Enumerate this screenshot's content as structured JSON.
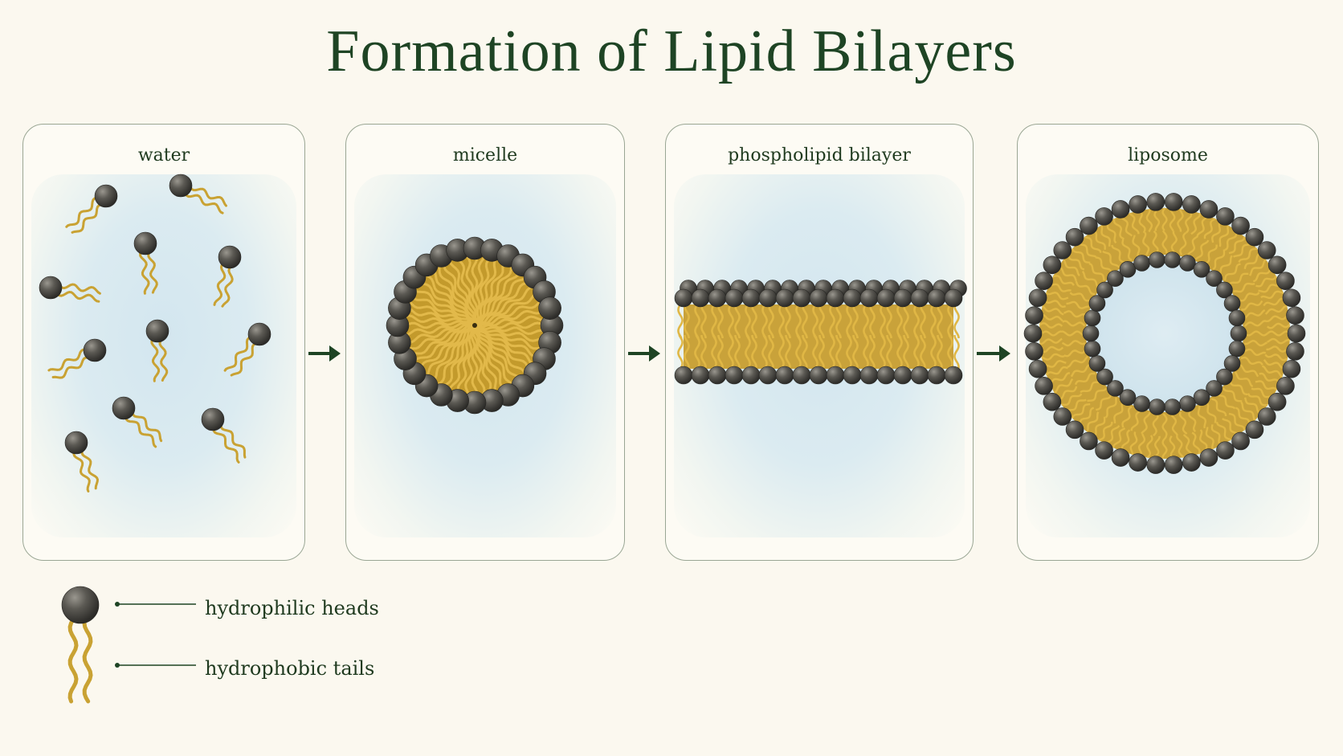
{
  "title": "Formation of Lipid Bilayers",
  "panels": [
    {
      "label": "water"
    },
    {
      "label": "micelle"
    },
    {
      "label": "phospholipid bilayer"
    },
    {
      "label": "liposome"
    }
  ],
  "legend": {
    "heads": "hydrophilic heads",
    "tails": "hydrophobic tails"
  },
  "colors": {
    "title": "#1e4424",
    "head": "#55534d",
    "tail": "#c9a233",
    "water": "#d3e6ef",
    "arrow": "#1e4424"
  }
}
